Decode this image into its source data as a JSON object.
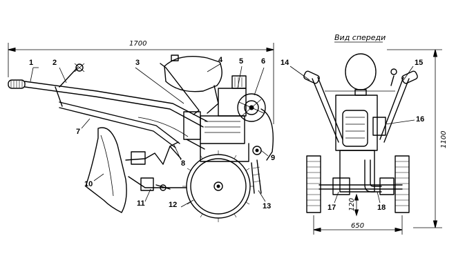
{
  "dimensions": {
    "overall_length": "1700",
    "height": "1100",
    "track_width": "650",
    "ground_clearance": "120"
  },
  "view_label": "Вид спереди",
  "callouts": [
    "1",
    "2",
    "3",
    "4",
    "5",
    "6",
    "7",
    "8",
    "9",
    "10",
    "11",
    "12",
    "13",
    "14",
    "15",
    "16",
    "17",
    "18"
  ]
}
